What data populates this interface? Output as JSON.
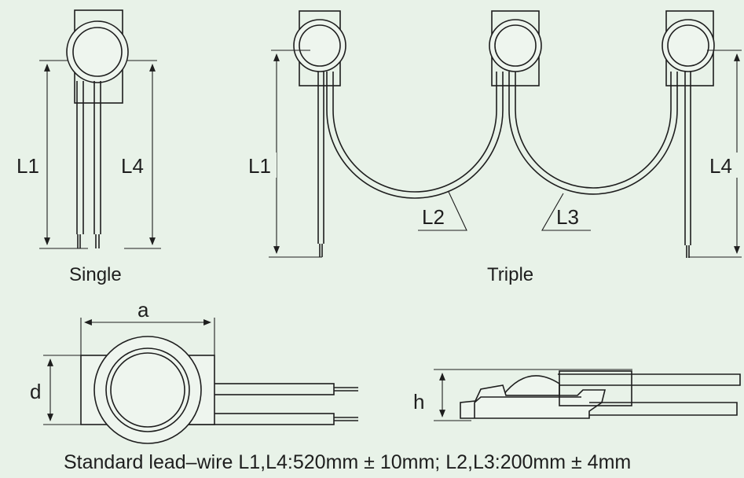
{
  "single": {
    "caption": "Single",
    "label_l1": "L1",
    "label_l4": "L4"
  },
  "triple": {
    "caption": "Triple",
    "label_l1": "L1",
    "label_l4": "L4",
    "label_l2": "L2",
    "label_l3": "L3"
  },
  "top_view": {
    "label_a": "a",
    "label_d": "d"
  },
  "side_view": {
    "label_h": "h"
  },
  "footer": "Standard lead–wire  L1,L4:520mm ± 10mm; L2,L3:200mm ± 4mm"
}
